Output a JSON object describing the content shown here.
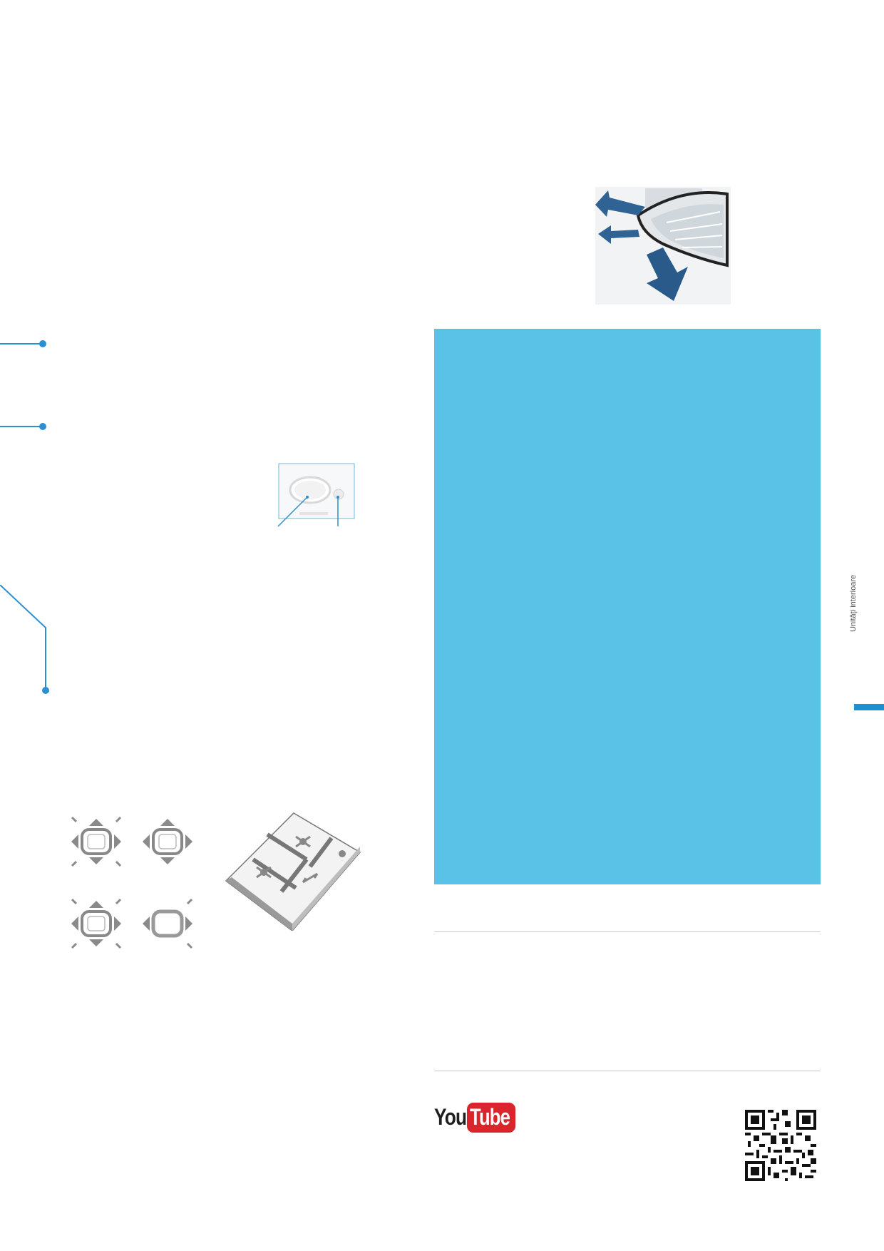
{
  "sidebar": {
    "section_label": "Unități interioare"
  },
  "media": {
    "youtube_you": "You",
    "youtube_tube": "Tube",
    "qr_label": "QR code"
  },
  "colors": {
    "accent_blue": "#2b8fd0",
    "panel_blue": "#5ac2e7",
    "tab_blue": "#1e8fd0",
    "youtube_red": "#d8262c"
  },
  "icons": [
    "cassette-airflow-illustration",
    "sensor-illustration",
    "airflow-pattern-icon",
    "room-layout-illustration",
    "youtube-logo",
    "qr-code"
  ]
}
